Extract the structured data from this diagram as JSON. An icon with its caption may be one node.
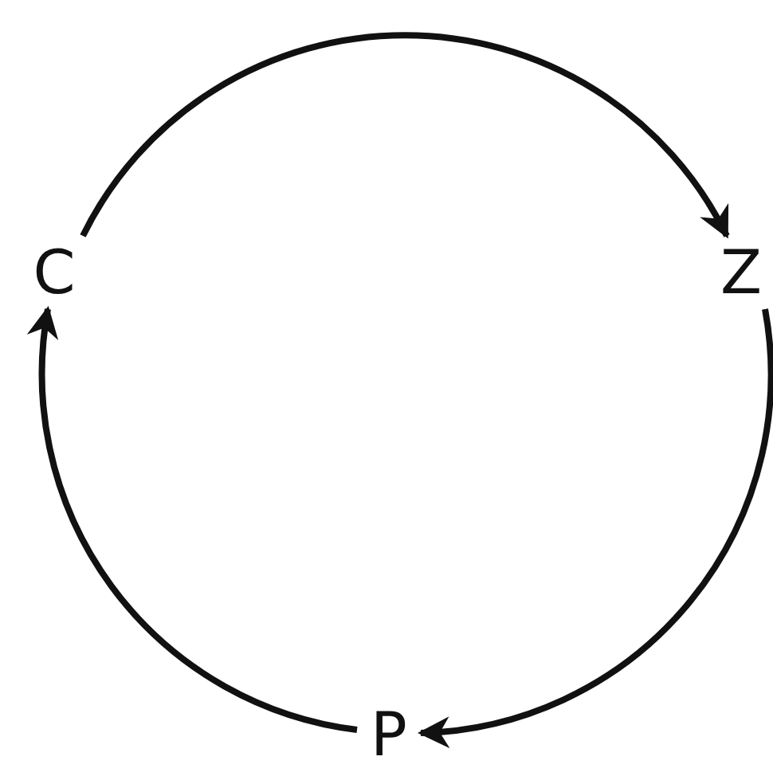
{
  "diagram": {
    "nodes": [
      {
        "text": [
          "C"
        ]
      },
      {
        "text": [
          "Z"
        ]
      },
      {
        "text": [
          "P"
        ]
      }
    ],
    "edges": [
      {
        "from": 0,
        "to": 1,
        "arrow": "to"
      },
      {
        "from": 1,
        "to": 2,
        "arrow": "to"
      },
      {
        "from": 2,
        "to": 0,
        "arrow": "to"
      }
    ]
  }
}
